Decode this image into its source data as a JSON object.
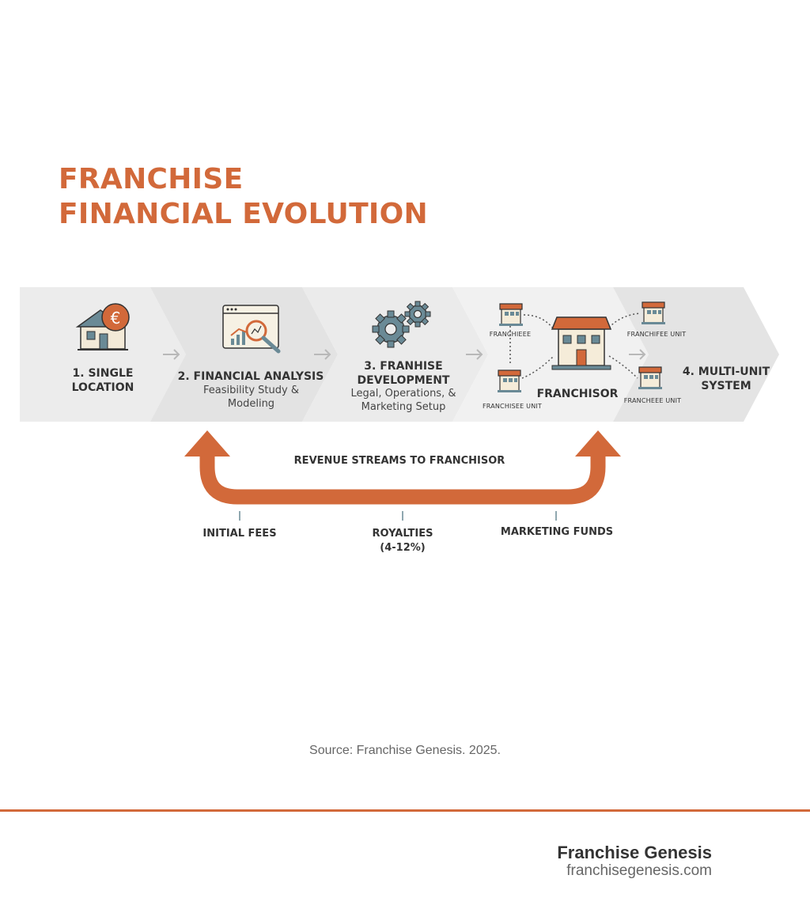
{
  "title": {
    "line1": "FRANCHISE",
    "line2": "FINANCIAL EVOLUTION"
  },
  "colors": {
    "accent": "#d2693a",
    "chevron_light": "#ececec",
    "chevron_mid": "#e2e2e2",
    "icon_blue": "#6a8a96"
  },
  "steps": [
    {
      "title_line1": "1. SINGLE",
      "title_line2": "LOCATION",
      "icon": "house-euro-icon"
    },
    {
      "title": "2. FINANCIAL ANALYSIS",
      "sub_line1": "Feasibility Study &",
      "sub_line2": "Modeling",
      "icon": "chart-magnifier-icon"
    },
    {
      "title_line1": "3. FRANHISE",
      "title_line2": "DEVELOPMENT",
      "sub_line1": "Legal, Operations, &",
      "sub_line2": "Marketing Setup",
      "icon": "gears-icon"
    },
    {
      "franchisor": "FRANCHISOR",
      "unit_top_left": "FRANCHIEEE",
      "unit_bottom_left": "FRANCHISEE UNIT",
      "unit_top_right": "FRANCHIFEE UNIT",
      "unit_bottom_right": "FRANCHEEE UNIT",
      "icon": "franchise-network-icon"
    },
    {
      "title_line1": "4. MULTI-UNIT",
      "title_line2": "SYSTEM"
    }
  ],
  "revenue": {
    "heading": "REVENUE STREAMS TO FRANCHISOR",
    "streams": [
      {
        "label": "INITIAL FEES"
      },
      {
        "label_line1": "ROYALTIES",
        "label_line2": "(4-12%)"
      },
      {
        "label": "MARKETING FUNDS"
      }
    ]
  },
  "source": "Source: Franchise Genesis. 2025.",
  "footer": {
    "brand": "Franchise Genesis",
    "url": "franchisegenesis.com"
  }
}
